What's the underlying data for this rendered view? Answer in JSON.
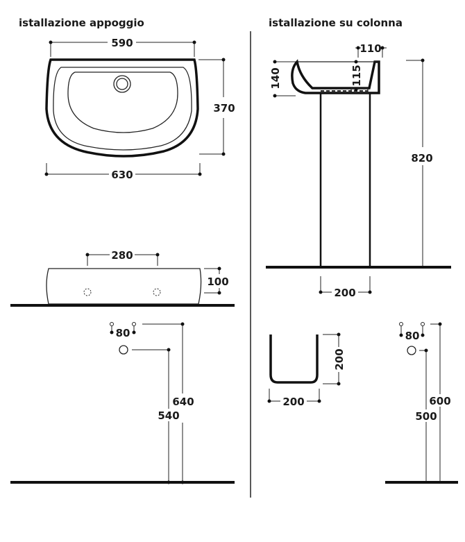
{
  "titles": {
    "left": "istallazione appoggio",
    "right": "istallazione su colonna"
  },
  "left": {
    "top_view": {
      "width_inner": "590",
      "depth": "370",
      "width_outer": "630"
    },
    "front_view": {
      "hole_spacing": "280",
      "height": "100"
    },
    "wall_view": {
      "tap_spacing": "80",
      "tap_height": "640",
      "drain_height": "540"
    }
  },
  "right": {
    "side_view": {
      "wall_offset": "110",
      "basin_height": "140",
      "drain_depth": "115",
      "total_height": "820",
      "pedestal_width": "200"
    },
    "pedestal_section": {
      "width": "200",
      "height": "200"
    },
    "wall_view": {
      "tap_spacing": "80",
      "tap_height": "600",
      "drain_height": "500"
    }
  }
}
